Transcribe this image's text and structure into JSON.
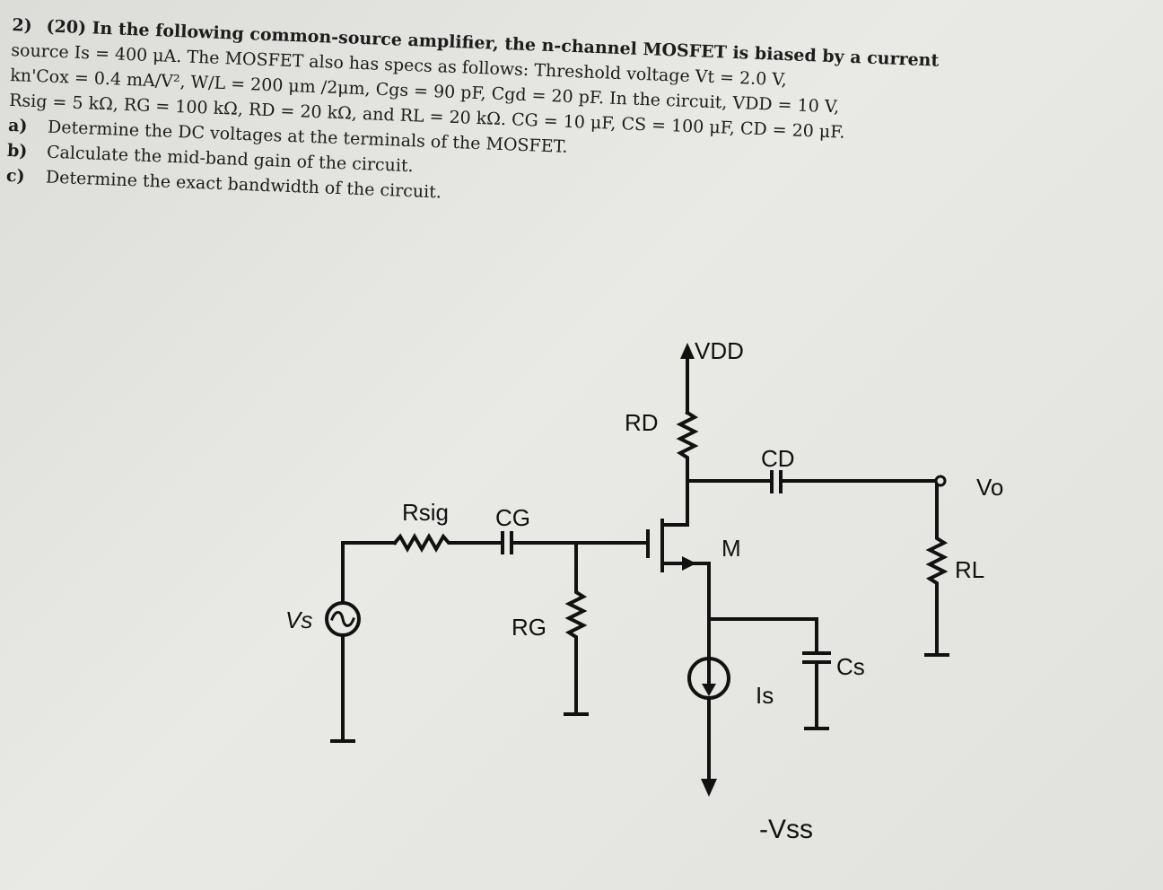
{
  "problem": {
    "number": "2)",
    "statement_lines": [
      "(20) In the following common-source amplifier, the n-channel MOSFET is biased by a current",
      "source Is = 400 μA. The MOSFET also has specs as follows: Threshold voltage Vt = 2.0 V,",
      "kn'Cox = 0.4 mA/V², W/L = 200 μm /2μm, Cgs = 90 pF, Cgd = 20 pF. In the circuit, VDD = 10 V,",
      "Rsig = 5 kΩ, RG = 100 kΩ, RD = 20 kΩ, and RL = 20 kΩ. CG = 10 μF, CS = 100 μF, CD = 20 μF."
    ],
    "parts": [
      {
        "label": "a)",
        "text": "Determine the DC voltages at the terminals of the MOSFET."
      },
      {
        "label": "b)",
        "text": "Calculate the mid-band gain of the circuit."
      },
      {
        "label": "c)",
        "text": "Determine the exact bandwidth of the circuit."
      }
    ]
  },
  "circuit": {
    "labels": {
      "vdd": "VDD",
      "rd": "RD",
      "cd": "CD",
      "vo": "Vo",
      "rsig": "Rsig",
      "cg": "CG",
      "m": "M",
      "rl": "RL",
      "vs": "Vs",
      "rg": "RG",
      "cs": "Cs",
      "is": "Is",
      "vss": "-Vss"
    }
  }
}
